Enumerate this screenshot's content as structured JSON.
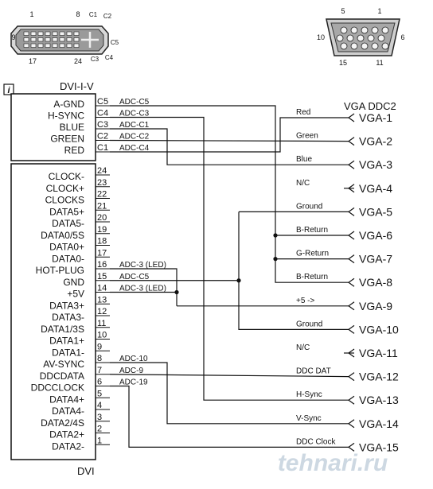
{
  "info_icon": "i",
  "dvi_connector": {
    "pin_labels": [
      "1",
      "8",
      "C1",
      "C2",
      "9",
      "C5",
      "17",
      "24",
      "C3",
      "C4"
    ]
  },
  "vga_connector": {
    "pin_labels": [
      "5",
      "1",
      "10",
      "6",
      "15",
      "11"
    ]
  },
  "dvi_title": "DVI-I-V",
  "vga_title": "VGA DDC2",
  "dvi_bottom_label": "DVI",
  "watermark": "tehnari.ru",
  "analog_pins": [
    {
      "name": "A-GND",
      "num": "C5",
      "adc": "ADC-C5"
    },
    {
      "name": "H-SYNC",
      "num": "C4",
      "adc": "ADC-C3"
    },
    {
      "name": "BLUE",
      "num": "C3",
      "adc": "ADC-C1"
    },
    {
      "name": "GREEN",
      "num": "C2",
      "adc": "ADC-C2"
    },
    {
      "name": "RED",
      "num": "C1",
      "adc": "ADC-C4"
    }
  ],
  "digital_pins": [
    {
      "name": "CLOCK-",
      "num": "24",
      "adc": ""
    },
    {
      "name": "CLOCK+",
      "num": "23",
      "adc": ""
    },
    {
      "name": "CLOCKS",
      "num": "22",
      "adc": ""
    },
    {
      "name": "DATA5+",
      "num": "21",
      "adc": ""
    },
    {
      "name": "DATA5-",
      "num": "20",
      "adc": ""
    },
    {
      "name": "DATA0/5S",
      "num": "19",
      "adc": ""
    },
    {
      "name": "DATA0+",
      "num": "18",
      "adc": ""
    },
    {
      "name": "DATA0-",
      "num": "17",
      "adc": ""
    },
    {
      "name": "HOT-PLUG",
      "num": "16",
      "adc": "ADC-3 (LED)"
    },
    {
      "name": "GND",
      "num": "15",
      "adc": "ADC-C5"
    },
    {
      "name": "+5V",
      "num": "14",
      "adc": "ADC-3 (LED)"
    },
    {
      "name": "DATA3+",
      "num": "13",
      "adc": ""
    },
    {
      "name": "DATA3-",
      "num": "12",
      "adc": ""
    },
    {
      "name": "DATA1/3S",
      "num": "11",
      "adc": ""
    },
    {
      "name": "DATA1+",
      "num": "10",
      "adc": ""
    },
    {
      "name": "DATA1-",
      "num": "9",
      "adc": ""
    },
    {
      "name": "AV-SYNC",
      "num": "8",
      "adc": "ADC-10"
    },
    {
      "name": "DDCDATA",
      "num": "7",
      "adc": "ADC-9"
    },
    {
      "name": "DDCCLOCK",
      "num": "6",
      "adc": "ADC-19"
    },
    {
      "name": "DATA4+",
      "num": "5",
      "adc": ""
    },
    {
      "name": "DATA4-",
      "num": "4",
      "adc": ""
    },
    {
      "name": "DATA2/4S",
      "num": "3",
      "adc": ""
    },
    {
      "name": "DATA2+",
      "num": "2",
      "adc": ""
    },
    {
      "name": "DATA2-",
      "num": "1",
      "adc": ""
    }
  ],
  "vga_pins": [
    {
      "label": "VGA-1",
      "signal": "Red"
    },
    {
      "label": "VGA-2",
      "signal": "Green"
    },
    {
      "label": "VGA-3",
      "signal": "Blue"
    },
    {
      "label": "VGA-4",
      "signal": "N/C"
    },
    {
      "label": "VGA-5",
      "signal": "Ground"
    },
    {
      "label": "VGA-6",
      "signal": "B-Return"
    },
    {
      "label": "VGA-7",
      "signal": "G-Return"
    },
    {
      "label": "VGA-8",
      "signal": "B-Return"
    },
    {
      "label": "VGA-9",
      "signal": "+5 ->"
    },
    {
      "label": "VGA-10",
      "signal": "Ground"
    },
    {
      "label": "VGA-11",
      "signal": "N/C"
    },
    {
      "label": "VGA-12",
      "signal": "DDC DAT"
    },
    {
      "label": "VGA-13",
      "signal": "H-Sync"
    },
    {
      "label": "VGA-14",
      "signal": "V-Sync"
    },
    {
      "label": "VGA-15",
      "signal": "DDC Clock"
    }
  ]
}
